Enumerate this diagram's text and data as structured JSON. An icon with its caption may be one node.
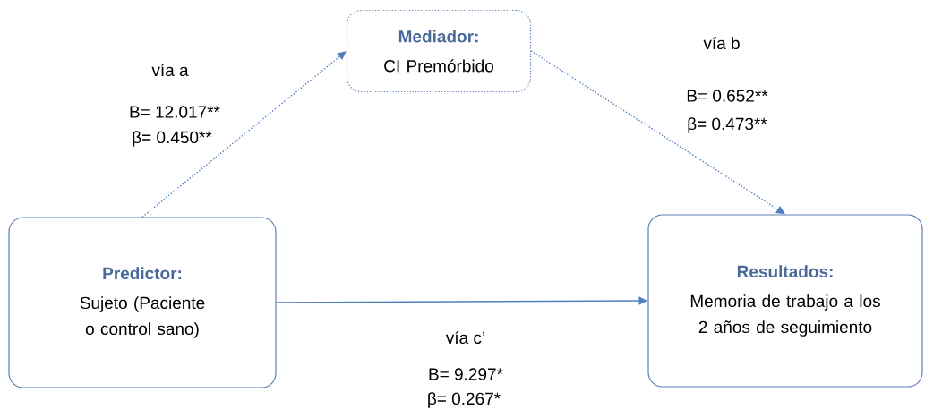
{
  "diagram": {
    "nodes": [
      {
        "text": [
          "Mediador:",
          "CI Premórbido"
        ]
      },
      {
        "text": [
          "Predictor:",
          "Sujeto (Paciente o control sano)"
        ]
      },
      {
        "text": [
          "Resultados:",
          "Memoria de trabajo a los 2 años de seguimiento"
        ]
      }
    ],
    "edges": [
      {
        "from": 1,
        "to": 0,
        "arrow": "to",
        "style": "dashed"
      },
      {
        "from": 0,
        "to": 2,
        "arrow": "to",
        "style": "dashed"
      },
      {
        "from": 1,
        "to": 2,
        "arrow": "to"
      }
    ],
    "labels": [
      "vía a",
      "B= 12.017**",
      "β= 0.450**",
      "vía b",
      "B= 0.652**",
      "β= 0.473**",
      "vía c’",
      "B= 9.297*",
      "β= 0.267*"
    ]
  }
}
